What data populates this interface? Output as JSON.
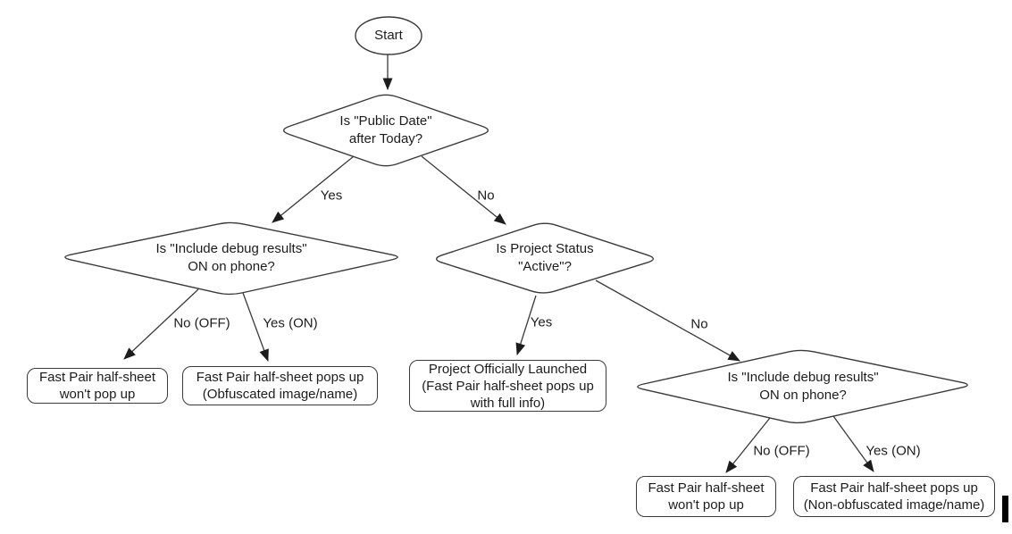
{
  "diagram": {
    "background_color": "#ffffff",
    "line_color": "#3a3a3a",
    "text_color": "#1c1c1c",
    "nodes": {
      "start": {
        "type": "terminator",
        "label": "Start"
      },
      "public_date": {
        "type": "decision",
        "label": "Is \"Public Date\"\nafter Today?"
      },
      "debug_left": {
        "type": "decision",
        "label": "Is \"Include debug results\"\nON on phone?"
      },
      "project_status": {
        "type": "decision",
        "label": "Is Project Status\n\"Active\"?"
      },
      "debug_right": {
        "type": "decision",
        "label": "Is \"Include debug results\"\nON on phone?"
      },
      "no_popup_left": {
        "type": "process",
        "label": "Fast Pair half-sheet\nwon't pop up"
      },
      "obfuscated_popup": {
        "type": "process",
        "label": "Fast Pair half-sheet pops up\n(Obfuscated image/name)"
      },
      "launched": {
        "type": "process",
        "label": "Project Officially Launched\n(Fast Pair half-sheet pops up\nwith full info)"
      },
      "no_popup_right": {
        "type": "process",
        "label": "Fast Pair half-sheet\nwon't pop up"
      },
      "non_obfuscated_popup": {
        "type": "process",
        "label": "Fast Pair half-sheet pops up\n(Non-obfuscated image/name)"
      }
    },
    "edge_labels": {
      "public_date_yes": "Yes",
      "public_date_no": "No",
      "debug_left_no": "No (OFF)",
      "debug_left_yes": "Yes (ON)",
      "project_status_yes": "Yes",
      "project_status_no": "No",
      "debug_right_no": "No (OFF)",
      "debug_right_yes": "Yes (ON)"
    }
  }
}
